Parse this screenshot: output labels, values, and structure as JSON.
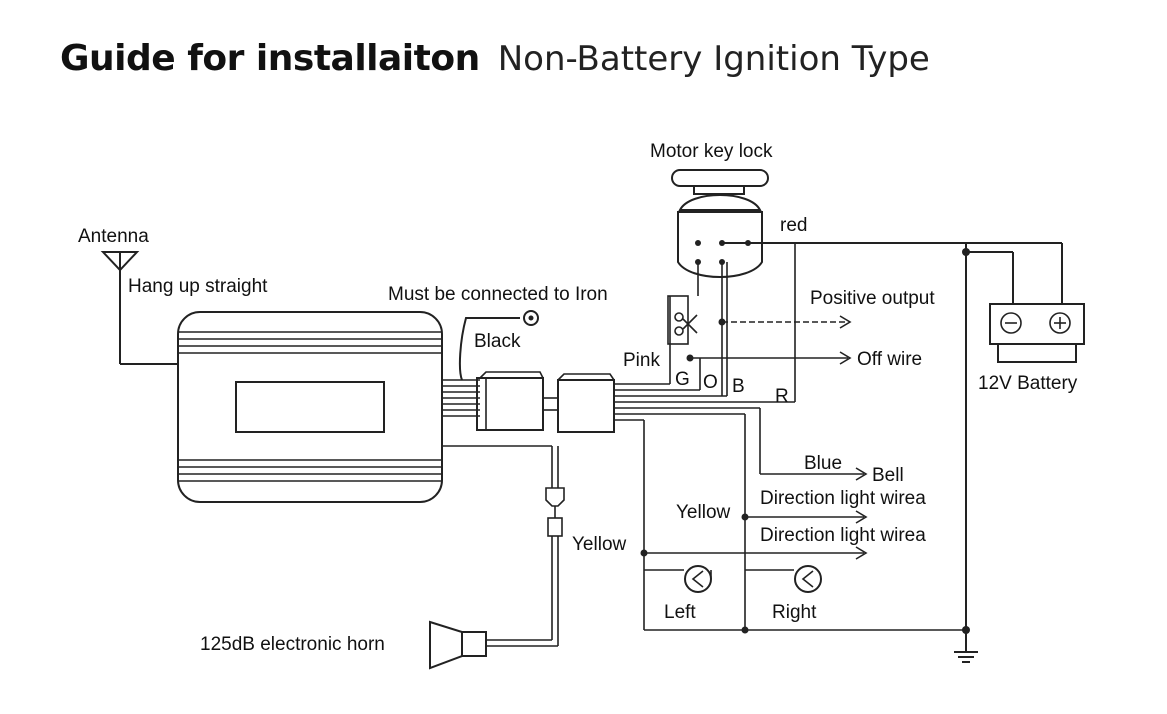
{
  "header": {
    "title_bold": "Guide for installaiton",
    "title_light": "Non-Battery Ignition Type"
  },
  "labels": {
    "antenna": "Antenna",
    "hang_up": "Hang up straight",
    "iron": "Must be connected to Iron",
    "black": "Black",
    "pink": "Pink",
    "motor_key_lock": "Motor key lock",
    "red": "red",
    "positive_output": "Positive output",
    "off_wire": "Off wire",
    "battery": "12V Battery",
    "pin_g": "G",
    "pin_o": "O",
    "pin_b": "B",
    "pin_r": "R",
    "blue": "Blue",
    "bell": "Bell",
    "direction_1": "Direction light wirea",
    "direction_2": "Direction light wirea",
    "yellow_right": "Yellow",
    "yellow_left": "Yellow",
    "left": "Left",
    "right": "Right",
    "horn": "125dB electronic horn"
  },
  "icons": {
    "battery_minus": "⊖",
    "battery_plus": "⊕"
  }
}
